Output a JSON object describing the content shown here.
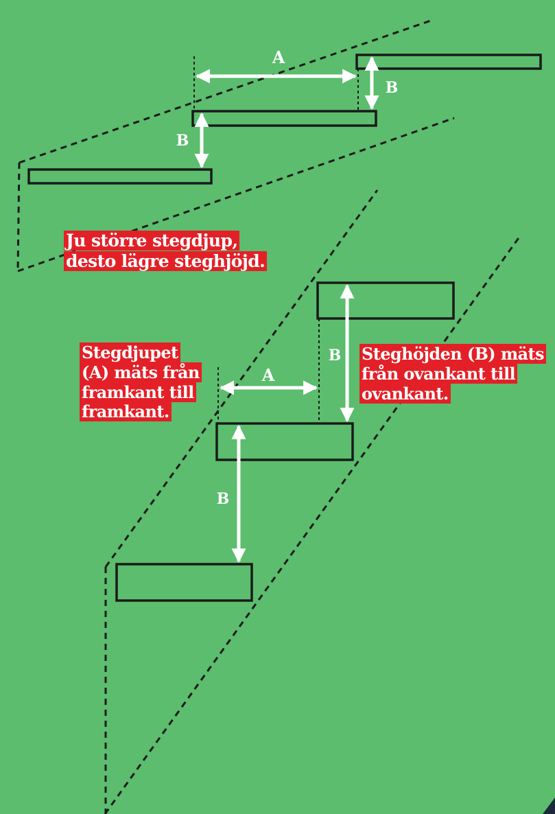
{
  "diagram": {
    "labels": {
      "top_depth": "A",
      "top_height_right": "B",
      "top_height_left": "B",
      "bottom_depth": "A",
      "bottom_height_right": "B",
      "bottom_height_left": "B"
    },
    "callouts": {
      "depth_vs_height": {
        "lines": [
          "Ju större stegdjup,",
          "desto lägre steghjöjd."
        ]
      },
      "depth_measure": {
        "lines": [
          "Stegdjupet",
          "(A) mäts från",
          "framkant till",
          "framkant."
        ]
      },
      "height_measure": {
        "lines": [
          "Steghöjden (B) mäts",
          "från ovankant till",
          "ovankant."
        ]
      }
    },
    "colors": {
      "background": "#5bbd6d",
      "callout_background": "#e32027",
      "stroke": "#1a1a1a",
      "arrow": "#ffffff"
    }
  }
}
